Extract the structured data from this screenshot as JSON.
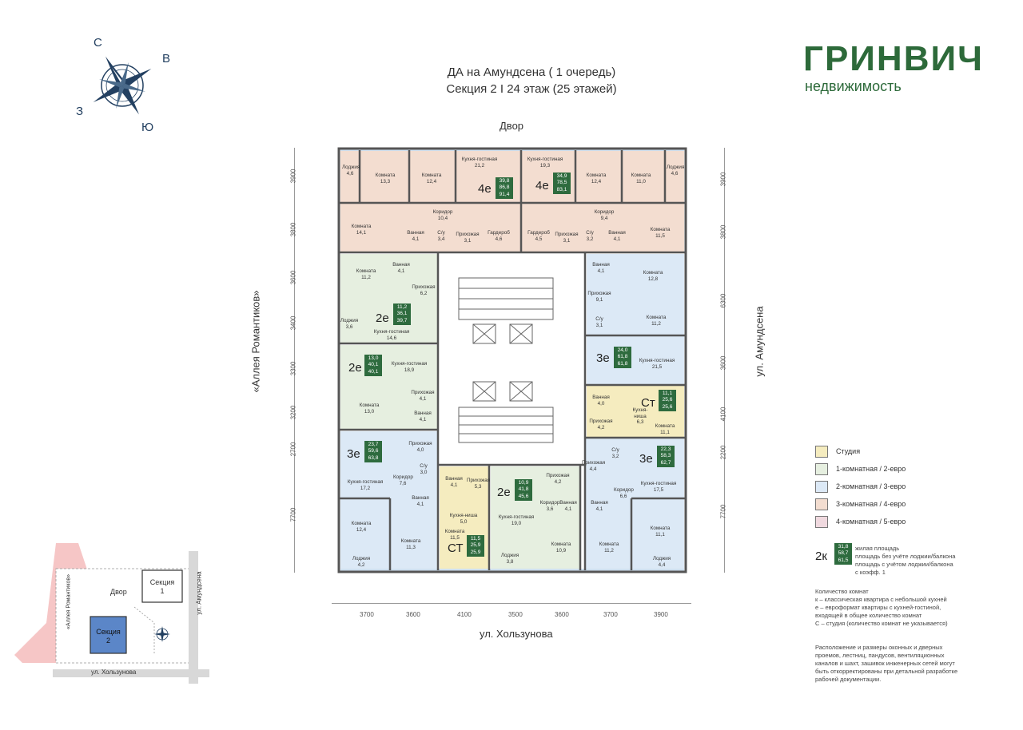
{
  "brand": {
    "title": "ГРИНВИЧ",
    "subtitle": "недвижимость"
  },
  "heading": {
    "line1": "ДА на Амундсена ( 1 очередь)",
    "line2": "Секция 2 І 24 этаж (25 этажей)"
  },
  "compass": {
    "n": "С",
    "e": "В",
    "s": "Ю",
    "w": "З"
  },
  "streets": {
    "top": "Двор",
    "bottom": "ул. Хользунова",
    "left": "«Аллея Романтиков»",
    "right": "ул. Амундсена"
  },
  "dims": {
    "left": [
      "3900",
      "3800",
      "3600",
      "3400",
      "3300",
      "3200",
      "2700",
      "7700"
    ],
    "right": [
      "3900",
      "3800",
      "6300",
      "3600",
      "4100",
      "2200",
      "7700"
    ],
    "bottom": [
      "3700",
      "3600",
      "4100",
      "3500",
      "3600",
      "3700",
      "3900"
    ]
  },
  "apartments": [
    {
      "type": "4е",
      "badge": [
        "39,8",
        "86,8",
        "91,4"
      ]
    },
    {
      "type": "4е",
      "badge": [
        "34,9",
        "78,5",
        "83,1"
      ]
    },
    {
      "type": "2е",
      "badge": [
        "11,2",
        "36,1",
        "39,7"
      ]
    },
    {
      "type": "2е",
      "badge": [
        "13,0",
        "40,1",
        "40,1"
      ]
    },
    {
      "type": "3е",
      "badge": [
        "24,0",
        "61,8",
        "61,8"
      ]
    },
    {
      "type": "Ст",
      "badge": [
        "11,1",
        "25,6",
        "25,6"
      ]
    },
    {
      "type": "3е",
      "badge": [
        "23,7",
        "59,6",
        "63,8"
      ]
    },
    {
      "type": "3е",
      "badge": [
        "22,3",
        "58,3",
        "62,7"
      ]
    },
    {
      "type": "2е",
      "badge": [
        "10,9",
        "41,8",
        "45,6"
      ]
    },
    {
      "type": "СТ",
      "badge": [
        "11,5",
        "25,9",
        "25,9"
      ]
    }
  ],
  "rooms": [
    "Лоджия\n4,6",
    "Комната\n13,3",
    "Комната\n12,4",
    "Кухня-гостиная\n21,2",
    "Кухня-гостиная\n19,3",
    "Комната\n12,4",
    "Комната\n11,0",
    "Лоджия\n4,6",
    "Комната\n14,1",
    "Коридор\n10,4",
    "Ванная\n4,1",
    "С/у\n3,4",
    "Прихожая\n3,1",
    "Гардероб\n4,6",
    "Гардероб\n4,5",
    "Прихожая\n3,1",
    "С/у\n3,2",
    "Ванная\n4,1",
    "Коридор\n9,4",
    "Комната\n11,5",
    "Комната\n11,2",
    "Ванная\n4,1",
    "Прихожая\n6,2",
    "Лоджия\n3,6",
    "Кухня-гостиная\n14,6",
    "Ванная\n4,1",
    "Комната\n12,8",
    "Прихожая\n9,1",
    "С/у\n3,1",
    "Комната\n11,2",
    "Кухня-гостиная\n18,9",
    "Кухня-гостиная\n21,5",
    "Комната\n13,0",
    "Прихожая\n4,1",
    "Ванная\n4,1",
    "Ванная\n4,0",
    "Прихожая\n4,2",
    "Кухня-ниша\n6,3",
    "Комната\n11,1",
    "Прихожая\n4,0",
    "С/у\n3,0",
    "Коридор\n7,6",
    "Ванная\n4,1",
    "Кухня-гостиная\n17,2",
    "Комната\n12,4",
    "Комната\n11,3",
    "Лоджия\n4,2",
    "Ванная\n4,1",
    "Прихожая\n5,3",
    "Кухня-ниша\n5,0",
    "Комната\n11,5",
    "Прихожая\n4,2",
    "Коридор\n3,6",
    "Ванная\n4,1",
    "Кухня-гостиная\n19,0",
    "Лоджия\n3,8",
    "Комната\n10,9",
    "Прихожая\n4,4",
    "С/у\n3,2",
    "Коридор\n6,6",
    "Ванная\n4,1",
    "Кухня-гостиная\n17,5",
    "Комната\n11,2",
    "Комната\n11,1",
    "Лоджия\n4,4"
  ],
  "legend": {
    "items": [
      {
        "label": "Студия",
        "color": "#f5ecbf"
      },
      {
        "label": "1-комнатная / 2-евро",
        "color": "#e6efe0"
      },
      {
        "label": "2-комнатная / 3-евро",
        "color": "#dce9f6"
      },
      {
        "label": "3-комнатная / 4-евро",
        "color": "#f3ddd0"
      },
      {
        "label": "4-комнатная / 5-евро",
        "color": "#f0d9df"
      }
    ],
    "sample_type": "2к",
    "sample_badge": [
      "31,8",
      "58,7",
      "61,5"
    ],
    "sample_lines": [
      "жилая площадь",
      "площадь без учёте лоджии/балкона",
      "площадь с учётом лоджии/балкона",
      "с коэфф. 1"
    ],
    "count_title": "Количество комнат",
    "count_lines": [
      "к – классическая квартира с небольшой кухней",
      "е – евроформат квартиры с кухней-гостиной,",
      "входящей в общее количество комнат",
      "С – студия (количество комнат не указывается)"
    ],
    "disclaimer": [
      "Расположение и размеры оконных и дверных",
      "проемов, лестниц, пандусов, вентиляционных",
      "каналов и шахт, зашивок инженерных сетей могут",
      "быть откорректированы при детальной разработке",
      "рабочей документации."
    ]
  },
  "site_plan": {
    "yard": "Двор",
    "section1": "Секция\n1",
    "section2": "Секция\n2",
    "street_left": "«Аллея Романтиков»",
    "street_right": "ул. Амундсена",
    "street_bottom": "ул. Хользунова"
  }
}
